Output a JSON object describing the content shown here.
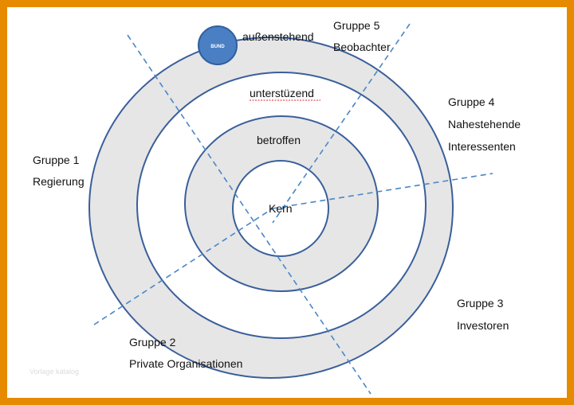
{
  "colors": {
    "border": "#e68a00",
    "ring_fill": "#e6e6e6",
    "stroke": "#3a5f9a",
    "dash": "#4a86c8",
    "badge": "#4a7fc4"
  },
  "rings": {
    "outer": "außenstehend",
    "second": "unterstüzend",
    "third": "betroffen",
    "core": "Kern"
  },
  "badge": {
    "label": "BUND"
  },
  "groups": [
    {
      "line1": "Gruppe 1",
      "line2": "Regierung"
    },
    {
      "line1": "Gruppe 2",
      "line2": "Private Organisationen"
    },
    {
      "line1": "Gruppe 3",
      "line2": "Investoren"
    },
    {
      "line1": "Gruppe 4",
      "line2": "Nahestehende",
      "line3": "Interessenten"
    },
    {
      "line1": "Gruppe 5",
      "line2": "Beobachter"
    }
  ],
  "watermark": "Vorlage katalog"
}
